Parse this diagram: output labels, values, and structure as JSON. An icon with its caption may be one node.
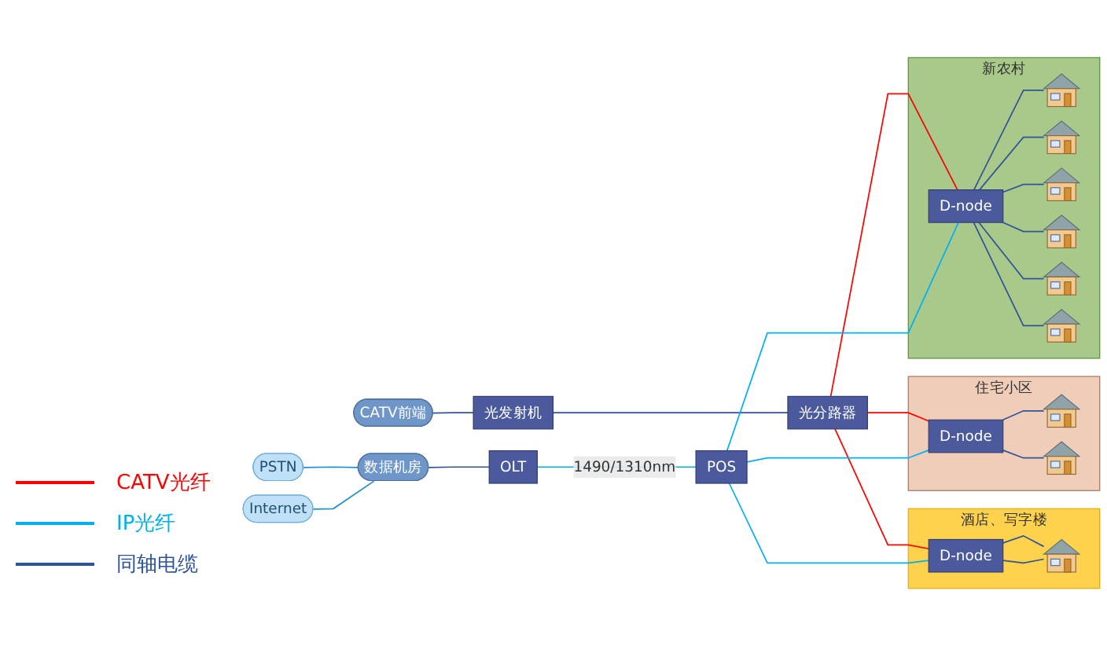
{
  "diagram": {
    "nodes": [
      {
        "text": [
          "CATV前端"
        ]
      },
      {
        "text": [
          "PSTN"
        ]
      },
      {
        "text": [
          "Internet"
        ]
      },
      {
        "text": [
          "光发射机"
        ]
      },
      {
        "text": [
          "光分路器"
        ]
      },
      {
        "text": [
          "数据机房"
        ]
      },
      {
        "text": [
          "OLT"
        ]
      },
      {
        "text": [
          "POS"
        ]
      },
      {
        "text": [
          "酒店、写字楼"
        ]
      },
      {
        "text": [
          "D-node"
        ],
        "in": 8
      },
      {
        "text": [],
        "shape": "picture",
        "in": 8
      },
      {
        "text": [
          "住宅小区"
        ]
      },
      {
        "text": [
          "D-node"
        ],
        "in": 11
      },
      {
        "text": [],
        "shape": "picture",
        "in": 11
      },
      {
        "text": [],
        "shape": "picture",
        "in": 11
      },
      {
        "text": [
          "新农村"
        ]
      },
      {
        "text": [
          "D-node"
        ],
        "in": 15
      },
      {
        "text": [],
        "shape": "picture",
        "in": 15
      },
      {
        "text": [],
        "shape": "picture",
        "in": 15
      },
      {
        "text": [],
        "shape": "picture",
        "in": 15
      },
      {
        "text": [],
        "shape": "picture",
        "in": 15
      },
      {
        "text": [],
        "shape": "picture",
        "in": 15
      },
      {
        "text": [],
        "shape": "picture",
        "in": 15
      }
    ],
    "edges": [
      {
        "from": 0,
        "to": 3,
        "arrow": "none"
      },
      {
        "from": 1,
        "to": 5,
        "arrow": "none",
        "color": "#1e90d0"
      },
      {
        "from": 2,
        "to": 5,
        "arrow": "none",
        "color": "#1e90d0"
      },
      {
        "from": 3,
        "to": 4,
        "arrow": "none"
      },
      {
        "from": 5,
        "to": 6,
        "arrow": "none"
      },
      {
        "from": 4,
        "to": 9,
        "arrow": "none",
        "color": "#ff0000"
      },
      {
        "from": 4,
        "to": 12,
        "arrow": "none",
        "color": "#ff0000"
      },
      {
        "from": 4,
        "to": 16,
        "arrow": "none",
        "color": "#ff0000"
      },
      {
        "from": 6,
        "to": 7,
        "arrow": "none",
        "label": "1490/1310nm",
        "color": "#00b0f0"
      },
      {
        "from": 7,
        "to": 9,
        "arrow": "none",
        "color": "#00b0f0"
      },
      {
        "from": 7,
        "to": 12,
        "arrow": "none",
        "color": "#00b0f0"
      },
      {
        "from": 7,
        "to": 16,
        "arrow": "none",
        "color": "#00b0f0"
      },
      {
        "from": 9,
        "to": 10,
        "arrow": "none"
      },
      {
        "from": 9,
        "to": 10,
        "arrow": "none"
      },
      {
        "from": 12,
        "to": 13,
        "arrow": "none"
      },
      {
        "from": 12,
        "to": 14,
        "arrow": "none"
      },
      {
        "from": 16,
        "to": 17,
        "arrow": "none"
      },
      {
        "from": 16,
        "to": 18,
        "arrow": "none"
      },
      {
        "from": 16,
        "to": 19,
        "arrow": "none"
      },
      {
        "from": 16,
        "to": 20,
        "arrow": "none"
      },
      {
        "from": 16,
        "to": 21,
        "arrow": "none"
      },
      {
        "from": 16,
        "to": 22,
        "arrow": "none"
      }
    ],
    "legend": [
      {
        "text": "CATV光纤"
      },
      {
        "text": "IP光纤"
      },
      {
        "text": "同轴电缆"
      }
    ]
  }
}
